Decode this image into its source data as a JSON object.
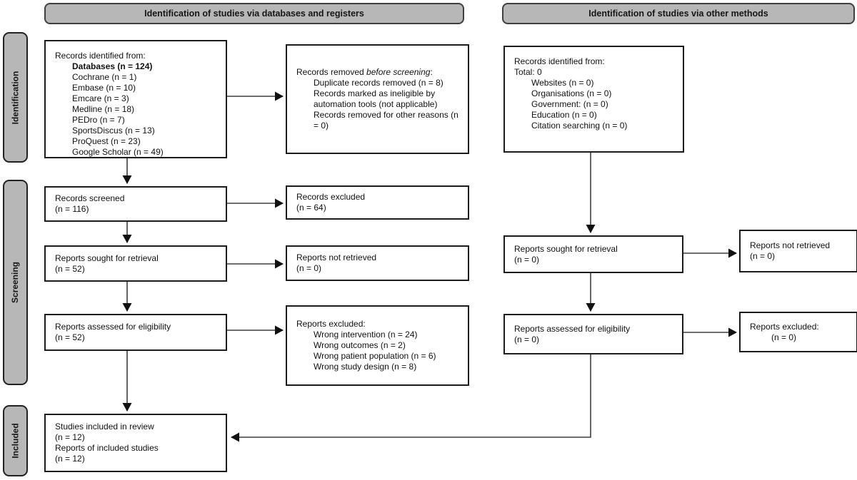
{
  "headers": {
    "databases": "Identification of studies via databases and registers",
    "other_methods": "Identification of studies via other methods"
  },
  "sidebar": {
    "identification": "Identification",
    "screening": "Screening",
    "included": "Included"
  },
  "left_column": {
    "records_identified": {
      "title": "Records identified from:",
      "items": [
        "Databases (n = 124)",
        "Cochrane (n = 1)",
        "Embase (n = 10)",
        "Emcare (n = 3)",
        "Medline (n = 18)",
        "PEDro (n = 7)",
        "SportsDiscus (n = 13)",
        "ProQuest (n = 23)",
        "Google Scholar (n = 49)"
      ]
    },
    "records_screened": {
      "lines": [
        "Records screened",
        "(n = 116)"
      ]
    },
    "reports_sought": {
      "lines": [
        "Reports sought for retrieval",
        "(n = 52)"
      ]
    },
    "reports_assessed": {
      "lines": [
        "Reports assessed for eligibility",
        "(n = 52)"
      ]
    },
    "studies_included": {
      "lines": [
        "Studies included in review",
        "(n = 12)",
        "Reports of included studies",
        "(n = 12)"
      ]
    }
  },
  "middle_column": {
    "records_removed": {
      "title_prefix": "Records removed ",
      "title_italic": "before screening",
      "title_suffix": ":",
      "items": [
        "Duplicate records removed  (n = 8)",
        "Records marked as ineligible by automation tools (not applicable)",
        "Records removed for other reasons (n = 0)"
      ]
    },
    "records_excluded": {
      "lines": [
        "Records excluded",
        "(n = 64)"
      ]
    },
    "reports_not_retrieved": {
      "lines": [
        "Reports not retrieved",
        "(n = 0)"
      ]
    },
    "reports_excluded": {
      "title": "Reports excluded:",
      "items": [
        "Wrong intervention (n = 24)",
        "Wrong outcomes (n = 2)",
        "Wrong patient population (n = 6)",
        "Wrong study design (n = 8)"
      ]
    }
  },
  "right_column": {
    "records_identified": {
      "title": "Records identified from:",
      "subtitle": "Total: 0",
      "items": [
        "Websites (n = 0)",
        "Organisations (n = 0)",
        "Government: (n = 0)",
        "Education (n = 0)",
        "Citation searching (n = 0)"
      ]
    },
    "reports_sought": {
      "lines": [
        "Reports sought for retrieval",
        "(n = 0)"
      ]
    },
    "reports_assessed": {
      "lines": [
        "Reports assessed for eligibility",
        "(n = 0)"
      ]
    },
    "reports_not_retrieved": {
      "lines": [
        "Reports not retrieved",
        "(n = 0)"
      ]
    },
    "reports_excluded": {
      "lines": [
        "Reports excluded:",
        "(n = 0)"
      ]
    }
  },
  "colors": {
    "header_fill": "#b7b7b7",
    "box_border": "#1c1c1c",
    "arrow_line": "#3f3f3f",
    "arrow_head": "#111111"
  }
}
